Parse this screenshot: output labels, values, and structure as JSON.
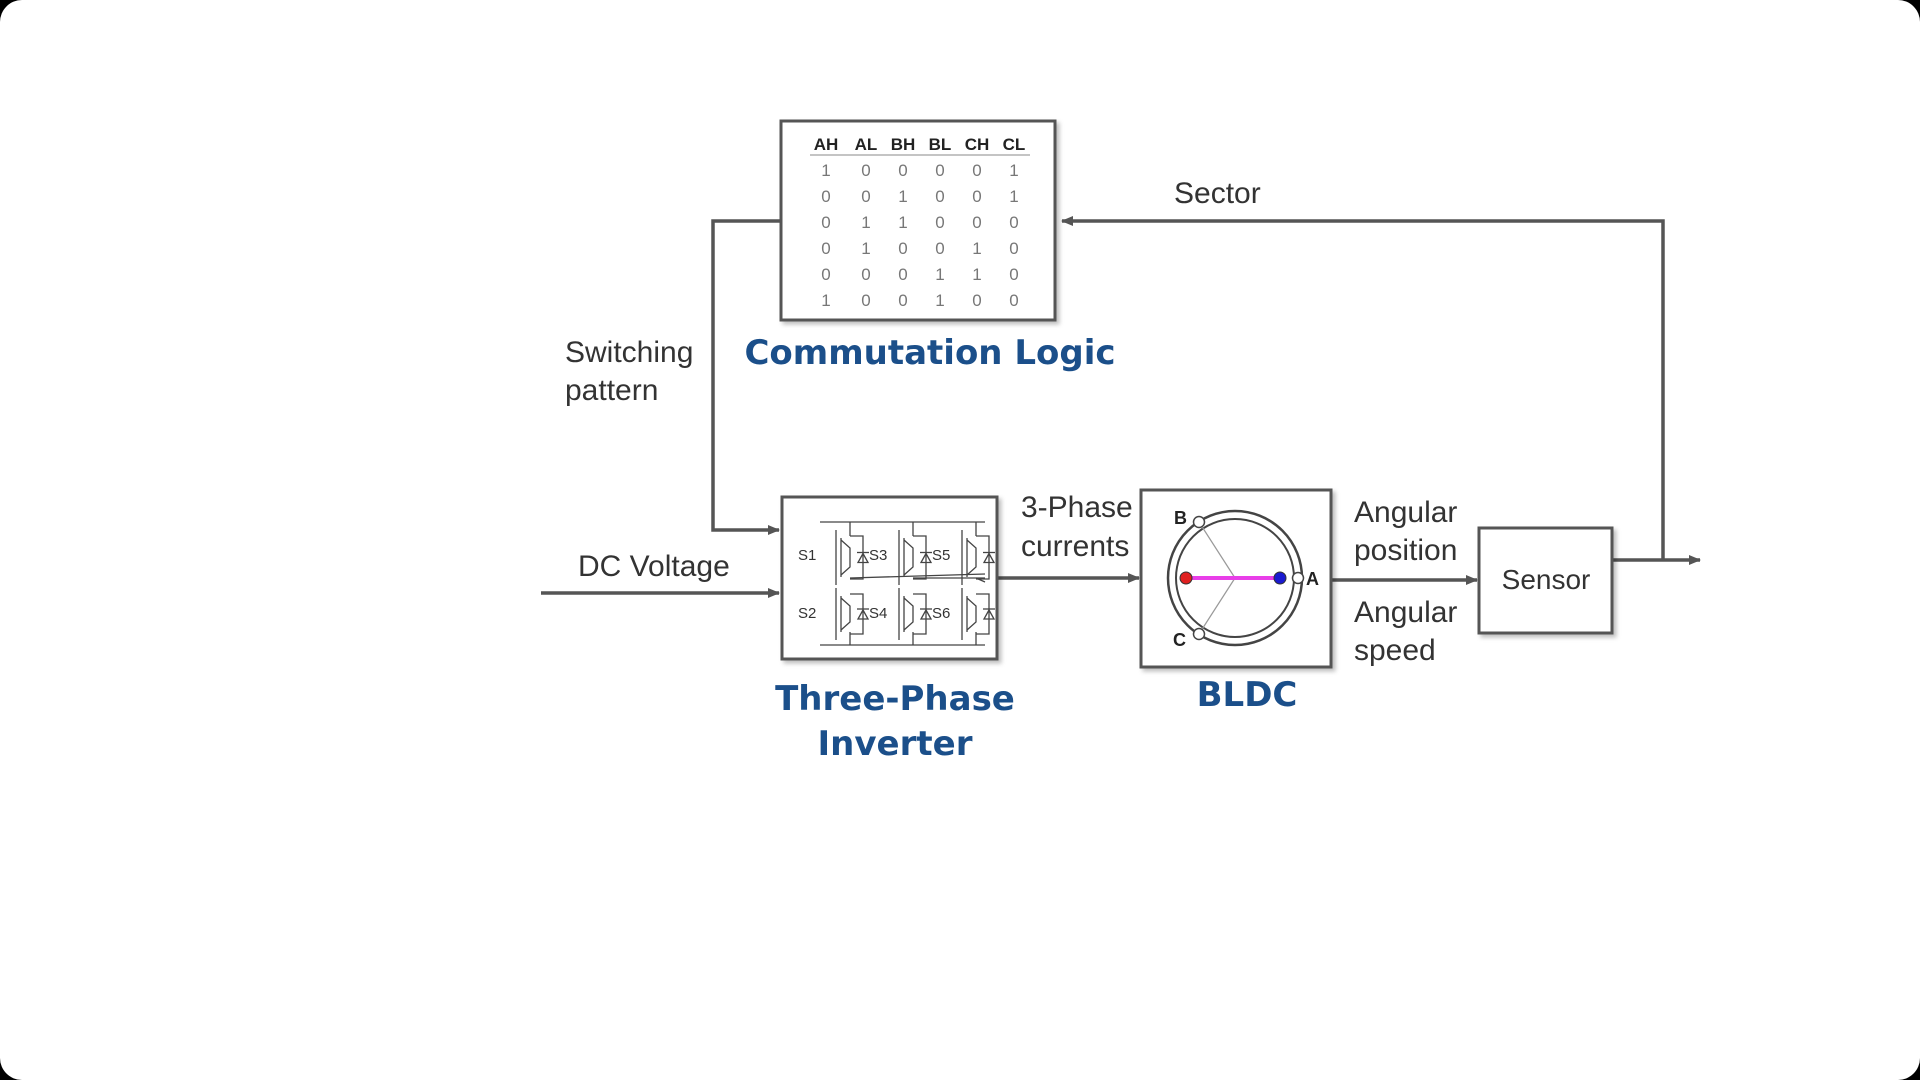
{
  "labels": {
    "sector": "Sector",
    "switching_line1": "Switching",
    "switching_line2": "pattern",
    "dc_voltage": "DC Voltage",
    "phase_line1": "3-Phase",
    "phase_line2": "currents",
    "angpos_line1": "Angular",
    "angpos_line2": "position",
    "angspd_line1": "Angular",
    "angspd_line2": "speed"
  },
  "blocks": {
    "commutation_title": "Commutation Logic",
    "inverter_title_line1": "Three-Phase",
    "inverter_title_line2": "Inverter",
    "bldc_title": "BLDC",
    "sensor": "Sensor"
  },
  "commutation_table": {
    "headers": [
      "AH",
      "AL",
      "BH",
      "BL",
      "CH",
      "CL"
    ],
    "rows": [
      [
        "1",
        "0",
        "0",
        "0",
        "0",
        "1"
      ],
      [
        "0",
        "0",
        "1",
        "0",
        "0",
        "1"
      ],
      [
        "0",
        "1",
        "1",
        "0",
        "0",
        "0"
      ],
      [
        "0",
        "1",
        "0",
        "0",
        "1",
        "0"
      ],
      [
        "0",
        "0",
        "0",
        "1",
        "1",
        "0"
      ],
      [
        "1",
        "0",
        "0",
        "1",
        "0",
        "0"
      ]
    ]
  },
  "inverter_switches": {
    "top": [
      "S1",
      "S3",
      "S5"
    ],
    "bottom": [
      "S2",
      "S4",
      "S6"
    ]
  },
  "motor_poles": {
    "a": "A",
    "b": "B",
    "c": "C"
  },
  "colors": {
    "title_blue": "#1b4f8a",
    "line_gray": "#555555",
    "rotor_magenta": "#e83ee8",
    "rotor_red": "#e02020",
    "rotor_blue": "#1a1ad0"
  }
}
